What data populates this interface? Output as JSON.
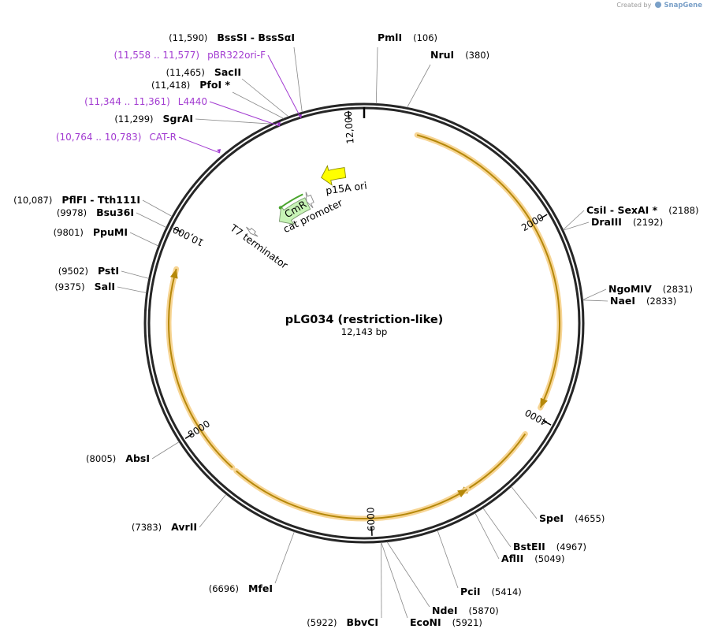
{
  "credit": {
    "created_by": "Created by",
    "brand": "SnapGene"
  },
  "plasmid": {
    "name": "pLG034 (restriction-like)",
    "length_label": "12,143 bp",
    "length": 12143
  },
  "backbone_ticks": [
    {
      "bp": 2000,
      "label": "2000"
    },
    {
      "bp": 4000,
      "label": "4000"
    },
    {
      "bp": 6000,
      "label": "6000"
    },
    {
      "bp": 8000,
      "label": "8000"
    },
    {
      "bp": 10000,
      "label": "10,000"
    },
    {
      "bp": 12000,
      "label": "12,000"
    }
  ],
  "enzymes": [
    {
      "name": "PmlI",
      "pos": "(106)",
      "bp": 106,
      "side": "right"
    },
    {
      "name": "NruI",
      "pos": "(380)",
      "bp": 380,
      "side": "right"
    },
    {
      "name": "CsiI  -  SexAI *",
      "pos": "(2188)",
      "bp": 2188,
      "side": "right"
    },
    {
      "name": "DraIII",
      "pos": "(2192)",
      "bp": 2192,
      "side": "right"
    },
    {
      "name": "NgoMIV",
      "pos": "(2831)",
      "bp": 2831,
      "side": "right"
    },
    {
      "name": "NaeI",
      "pos": "(2833)",
      "bp": 2833,
      "side": "right"
    },
    {
      "name": "SpeI",
      "pos": "(4655)",
      "bp": 4655,
      "side": "right"
    },
    {
      "name": "BstEII",
      "pos": "(4967)",
      "bp": 4967,
      "side": "right"
    },
    {
      "name": "AflII",
      "pos": "(5049)",
      "bp": 5049,
      "side": "right"
    },
    {
      "name": "PciI",
      "pos": "(5414)",
      "bp": 5414,
      "side": "right"
    },
    {
      "name": "NdeI",
      "pos": "(5870)",
      "bp": 5870,
      "side": "right"
    },
    {
      "name": "EcoNI",
      "pos": "(5921)",
      "bp": 5921,
      "side": "right"
    },
    {
      "name": "BbvCI",
      "pos": "(5922)",
      "bp": 5922,
      "side": "left"
    },
    {
      "name": "MfeI",
      "pos": "(6696)",
      "bp": 6696,
      "side": "left"
    },
    {
      "name": "AvrII",
      "pos": "(7383)",
      "bp": 7383,
      "side": "left"
    },
    {
      "name": "AbsI",
      "pos": "(8005)",
      "bp": 8005,
      "side": "left"
    },
    {
      "name": "SalI",
      "pos": "(9375)",
      "bp": 9375,
      "side": "left"
    },
    {
      "name": "PstI",
      "pos": "(9502)",
      "bp": 9502,
      "side": "left"
    },
    {
      "name": "PpuMI",
      "pos": "(9801)",
      "bp": 9801,
      "side": "left"
    },
    {
      "name": "Bsu36I",
      "pos": "(9978)",
      "bp": 9978,
      "side": "left"
    },
    {
      "name": "PflFI  -  Tth111I",
      "pos": "(10,087)",
      "bp": 10087,
      "side": "left"
    },
    {
      "name": "SgrAI",
      "pos": "(11,299)",
      "bp": 11299,
      "side": "left"
    },
    {
      "name": "PfoI *",
      "pos": "(11,418)",
      "bp": 11418,
      "side": "left"
    },
    {
      "name": "SacII",
      "pos": "(11,465)",
      "bp": 11465,
      "side": "left"
    },
    {
      "name": "BssSI  -  BssSαI",
      "pos": "(11,590)",
      "bp": 11590,
      "side": "left"
    }
  ],
  "primers": [
    {
      "name": "pBR322ori-F",
      "pos": "(11,558 .. 11,577)",
      "bp": 11567
    },
    {
      "name": "L4440",
      "pos": "(11,344 .. 11,361)",
      "bp": 11352
    },
    {
      "name": "CAT-R",
      "pos": "(10,764 .. 10,783)",
      "bp": 10773
    }
  ],
  "features": [
    {
      "name": "p15A ori",
      "type": "rep_origin",
      "start": 11590,
      "end": 11900,
      "strand": -1,
      "color": "#ffff00"
    },
    {
      "name": "CmR",
      "type": "cds",
      "start": 10800,
      "end": 11290,
      "strand": -1,
      "color": "#c7f3b6"
    },
    {
      "name": "cat promoter",
      "type": "promoter",
      "start": 11290,
      "end": 11380,
      "strand": -1,
      "color": "#ffffff"
    },
    {
      "name": "T7 terminator",
      "type": "terminator",
      "start": 10400,
      "end": 10460,
      "strand": -1,
      "color": "#ffffff"
    }
  ],
  "orfs": [
    {
      "start": 530,
      "end": 3900,
      "strand": 1
    },
    {
      "start": 4200,
      "end": 5100,
      "strand": 1
    },
    {
      "start": 5000,
      "end": 7450,
      "strand": -1
    },
    {
      "start": 7500,
      "end": 9650,
      "strand": 1
    }
  ],
  "colors": {
    "primer": "#a23bd1",
    "orf": "#b5880a",
    "orf_glow": "#f7d594",
    "cmr_line": "#4aa52e"
  }
}
